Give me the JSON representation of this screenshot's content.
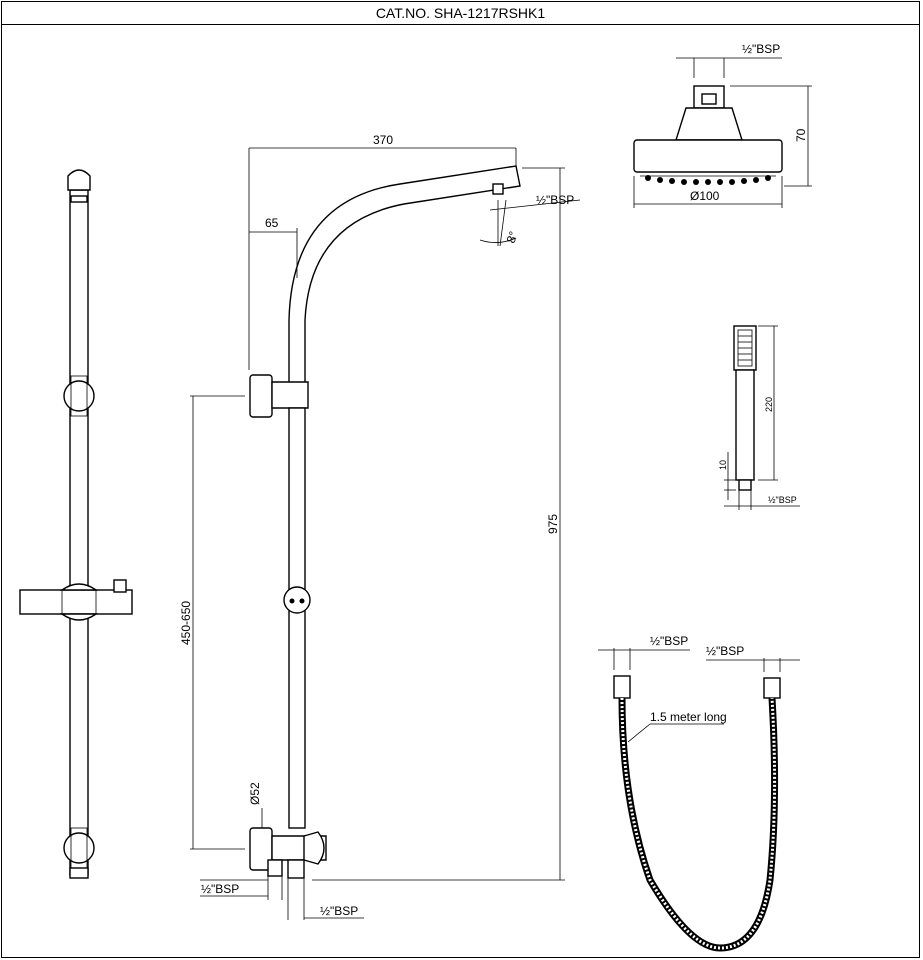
{
  "title": "CAT.NO. SHA-1217RSHK1",
  "dimensions": {
    "arm_length": "370",
    "arm_offset": "65",
    "height_total": "975",
    "height_range": "450-650",
    "diameter_base": "Ø52",
    "angle": "8°",
    "bsp_arm": "½\"BSP",
    "bsp_inlet_left": "½\"BSP",
    "bsp_inlet_bottom": "½\"BSP"
  },
  "shower_head": {
    "bsp": "½\"BSP",
    "height": "70",
    "diameter": "Ø100"
  },
  "hand_shower": {
    "length": "220",
    "neck": "10",
    "bsp": "½\"BSP"
  },
  "hose": {
    "bsp_left": "½\"BSP",
    "bsp_right": "½\"BSP",
    "length_note": "1.5 meter long"
  }
}
